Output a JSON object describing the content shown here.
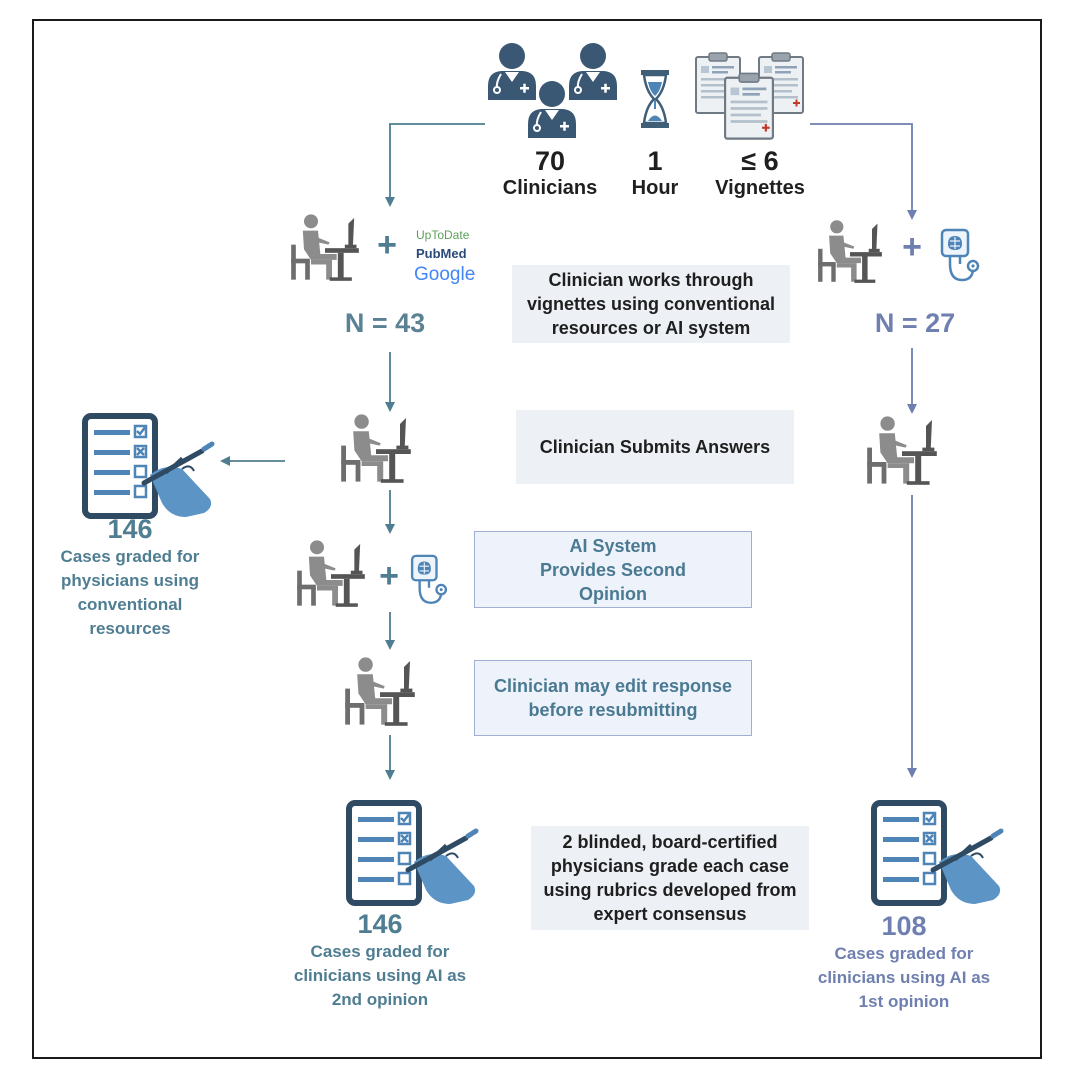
{
  "header": {
    "clinicians": {
      "number": "70",
      "label": "Clinicians"
    },
    "time": {
      "number": "1",
      "label": "Hour"
    },
    "vignettes": {
      "number": "≤ 6",
      "label": "Vignettes"
    }
  },
  "left_arm": {
    "n_label": "N = 43",
    "resources": {
      "uptodate": "UpToDate",
      "pubmed": "PubMed",
      "google": "Google"
    }
  },
  "right_arm": {
    "n_label": "N = 27"
  },
  "steps": {
    "work": "Clinician works through vignettes using conventional resources or AI system",
    "submit": "Clinician Submits Answers",
    "second_opinion": "AI System Provides Second Opinion",
    "edit": "Clinician may edit response before resubmitting",
    "grading": "2 blinded, board-certified physicians grade each case using rubrics developed from expert consensus"
  },
  "outcomes": {
    "conventional": {
      "count": "146",
      "label": "Cases graded for physicians using conventional resources"
    },
    "second_opinion": {
      "count": "146",
      "label": "Cases graded for clinicians using AI as 2nd opinion"
    },
    "first_opinion": {
      "count": "108",
      "label": "Cases graded for clinicians using AI as 1st opinion"
    }
  },
  "colors": {
    "teal": "#4f7d91",
    "slate_blue": "#6f7fb0",
    "grey_figure": "#8c8c8c",
    "dark_grey": "#555555",
    "checklist_navy": "#2f4a63",
    "hand_blue": "#5d94c6",
    "box_grey": "#edf0f5",
    "box_blue": "#eef2fa"
  },
  "icons": [
    "doctor-icon",
    "hourglass-icon",
    "clipboard-icon",
    "clinician-at-desk-icon",
    "ai-stethoscope-icon",
    "checklist-hand-icon",
    "arrow-icon"
  ]
}
